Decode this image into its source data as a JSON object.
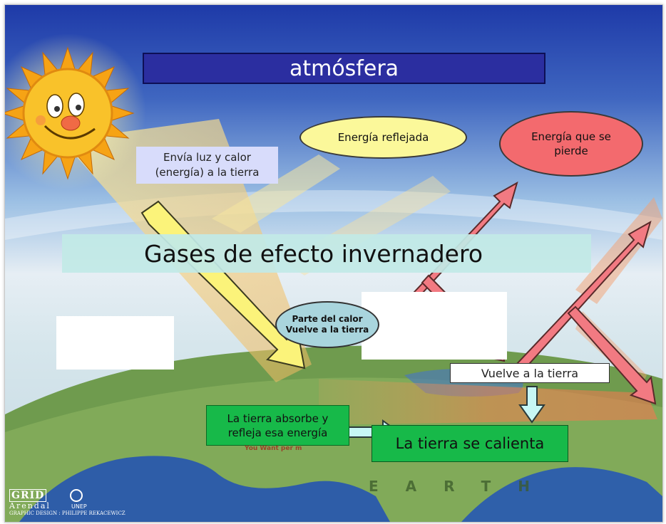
{
  "labels": {
    "atmosphere": "atmósfera",
    "reflected_energy": "Energía reflejada",
    "lost_energy_line1": "Energía que se",
    "lost_energy_line2": "pierde",
    "sun_line1": "Envía luz y calor",
    "sun_line2": "(energía) a la tierra",
    "greenhouse_gases": "Gases de efecto invernadero",
    "part_heat_line1": "Parte del calor",
    "part_heat_line2": "Vuelve a la tierra",
    "returns_to_earth": "Vuelve  a  la tierra",
    "absorbs_line1": "La tierra absorbe  y",
    "absorbs_line2": "refleja esa energía",
    "earth_heats": "La tierra se calienta",
    "earth_word": "EARTH",
    "faint_caption": "You Want per m"
  },
  "credits": {
    "grid": "GRID",
    "arendal": "Arendal",
    "unep": "UNEP",
    "design": "GRAPHIC DESIGN : PHILIPPE REKACEWICZ"
  },
  "colors": {
    "atmosphere_box": "#2b2ea0",
    "reflected_oval": "#fbf89a",
    "lost_oval": "#f36a6e",
    "sun_label": "#d8dcfb",
    "greenhouse_band": "#c2eae6",
    "part_heat_oval": "#a9d5dd",
    "green_boxes": "#17b949",
    "sunlight_arrows": "#fbf37a",
    "heat_arrows": "#f27a82",
    "return_arrows": "#c7f7f5"
  }
}
